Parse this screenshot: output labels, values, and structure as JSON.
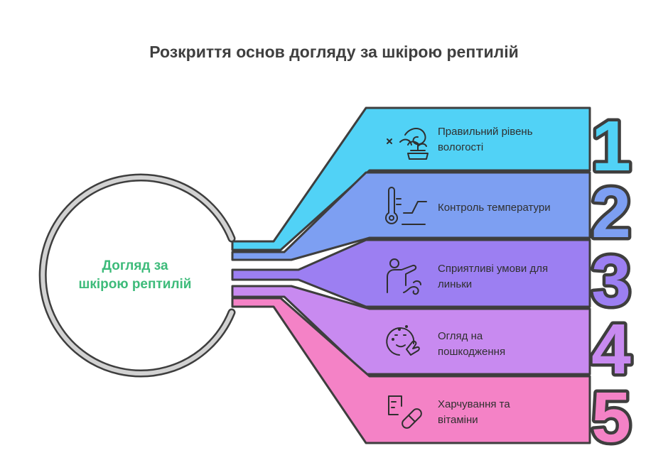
{
  "title": "Розкриття основ догляду за шкірою рептилій",
  "center": {
    "line1": "Догляд за",
    "line2": "шкірою рептилій",
    "color": "#3dbb7a"
  },
  "steps": [
    {
      "number": "1",
      "line1": "Правильний рівень",
      "line2": "вологості",
      "icon": "humidity-plant-icon",
      "color": "#4fd0f5"
    },
    {
      "number": "2",
      "line1": "Контроль температури",
      "line2": "",
      "icon": "thermometer-icon",
      "color": "#7a9cf0"
    },
    {
      "number": "3",
      "line1": "Сприятливі умови для",
      "line2": "линьки",
      "icon": "shedding-care-icon",
      "color": "#9a7cf0"
    },
    {
      "number": "4",
      "line1": "Огляд на",
      "line2": "пошкодження",
      "icon": "skin-inspection-icon",
      "color": "#c586ee"
    },
    {
      "number": "5",
      "line1": "Харчування та",
      "line2": "вітаміни",
      "icon": "nutrition-pills-icon",
      "color": "#f27ec4"
    }
  ]
}
